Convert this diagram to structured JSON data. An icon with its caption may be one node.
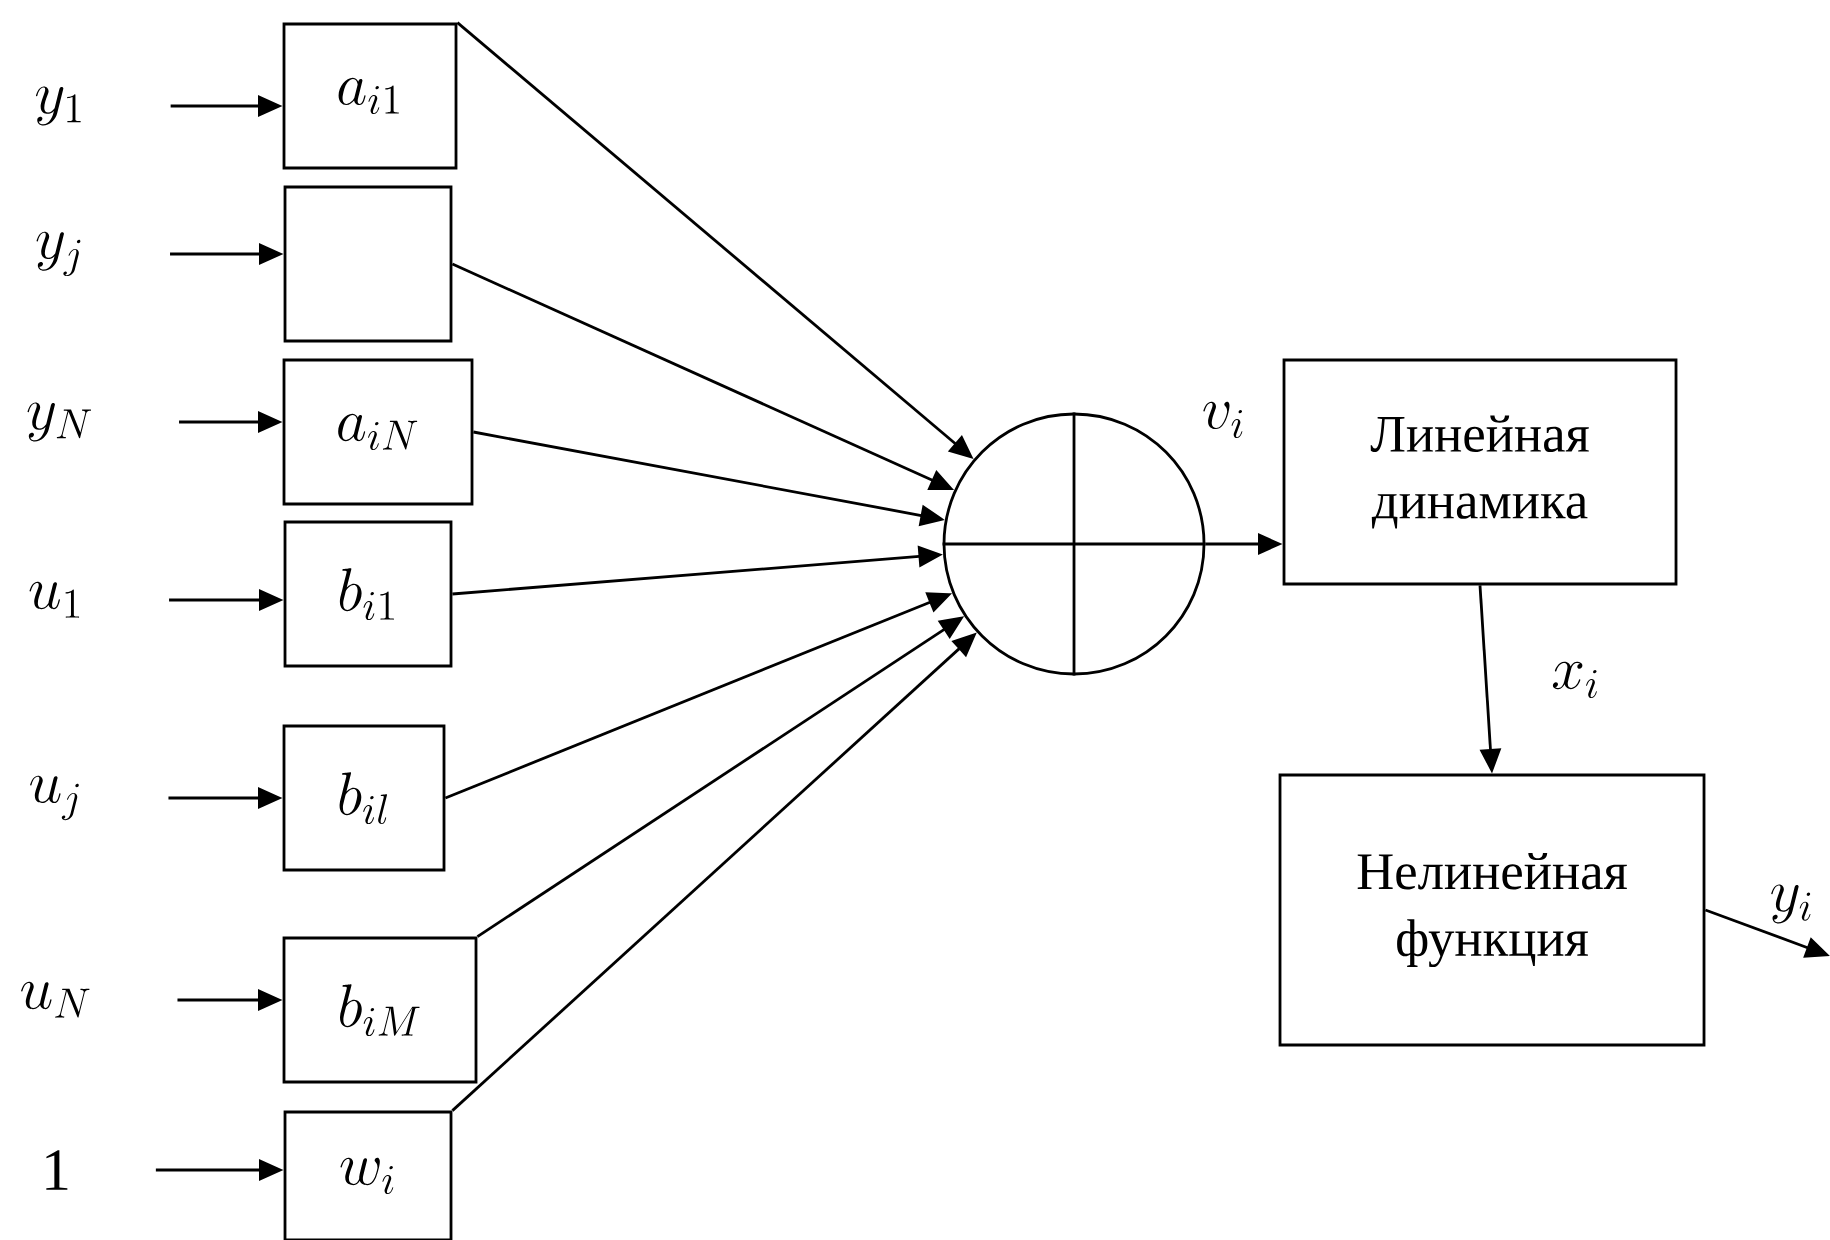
{
  "diagram": {
    "nodes": [
      {
        "text": [
          "y_{1}"
        ]
      },
      {
        "text": [
          "y_{j}"
        ]
      },
      {
        "text": [
          "y_{N}"
        ]
      },
      {
        "text": [
          "u_{1}"
        ]
      },
      {
        "text": [
          "u_{j}"
        ]
      },
      {
        "text": [
          "u_{N}"
        ]
      },
      {
        "text": [
          "1"
        ]
      },
      {
        "text": [
          "a_{i1}"
        ]
      },
      {
        "text": [],
        "shape": "box"
      },
      {
        "text": [
          "a_{iN}"
        ]
      },
      {
        "text": [
          "b_{i1}"
        ]
      },
      {
        "text": [
          "b_{il}"
        ]
      },
      {
        "text": [
          "b_{iM}"
        ]
      },
      {
        "text": [
          "w_{i}"
        ]
      },
      {
        "text": [],
        "shape": "circle"
      },
      {
        "text": [
          "Линейная динамика"
        ]
      },
      {
        "text": [
          "Нелинейная функция"
        ]
      }
    ],
    "edges": [
      {
        "from": 0,
        "to": 7,
        "arrow": "to"
      },
      {
        "from": 1,
        "to": 8,
        "arrow": "to"
      },
      {
        "from": 2,
        "to": 9,
        "arrow": "to"
      },
      {
        "from": 3,
        "to": 10,
        "arrow": "to"
      },
      {
        "from": 4,
        "to": 11,
        "arrow": "to"
      },
      {
        "from": 5,
        "to": 12,
        "arrow": "to"
      },
      {
        "from": 6,
        "to": 13,
        "arrow": "to"
      },
      {
        "from": 7,
        "to": 14,
        "arrow": "to"
      },
      {
        "from": 8,
        "to": 14,
        "arrow": "to"
      },
      {
        "from": 9,
        "to": 14,
        "arrow": "to"
      },
      {
        "from": 10,
        "to": 14,
        "arrow": "to"
      },
      {
        "from": 11,
        "to": 14,
        "arrow": "to"
      },
      {
        "from": 12,
        "to": 14,
        "arrow": "to"
      },
      {
        "from": 13,
        "to": 14,
        "arrow": "to"
      },
      {
        "from": 14,
        "to": 15,
        "arrow": "to",
        "label": "v_{i}"
      },
      {
        "from": 15,
        "to": 16,
        "arrow": "to",
        "label": "x_{i}"
      },
      {
        "from": 16,
        "to": null,
        "arrow": "to",
        "label": "y_{i}"
      }
    ]
  }
}
